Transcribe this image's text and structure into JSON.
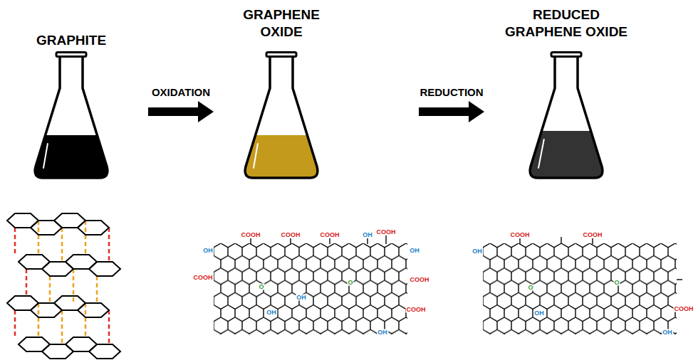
{
  "diagram": {
    "nodes": [
      {
        "text": [
          "GRAPHITE"
        ]
      },
      {
        "text": [
          "GRAPHENE OXIDE"
        ]
      },
      {
        "text": [
          "REDUCED GRAPHENE OXIDE"
        ]
      }
    ],
    "edges": [
      {
        "from": 0,
        "to": 1,
        "arrow": "to",
        "label": "OXIDATION"
      },
      {
        "from": 1,
        "to": 2,
        "arrow": "to",
        "label": "REDUCTION"
      }
    ],
    "labels": [
      "COOH",
      "COOH",
      "COOH",
      "OH",
      "COOH",
      "OH",
      "OH",
      "COOH",
      "O",
      "OH",
      "O",
      "COOH",
      "OH",
      "COOH",
      "OH",
      "COOH",
      "COOH",
      "OH",
      "O",
      "O",
      "OH",
      "COOH",
      "OH"
    ]
  }
}
